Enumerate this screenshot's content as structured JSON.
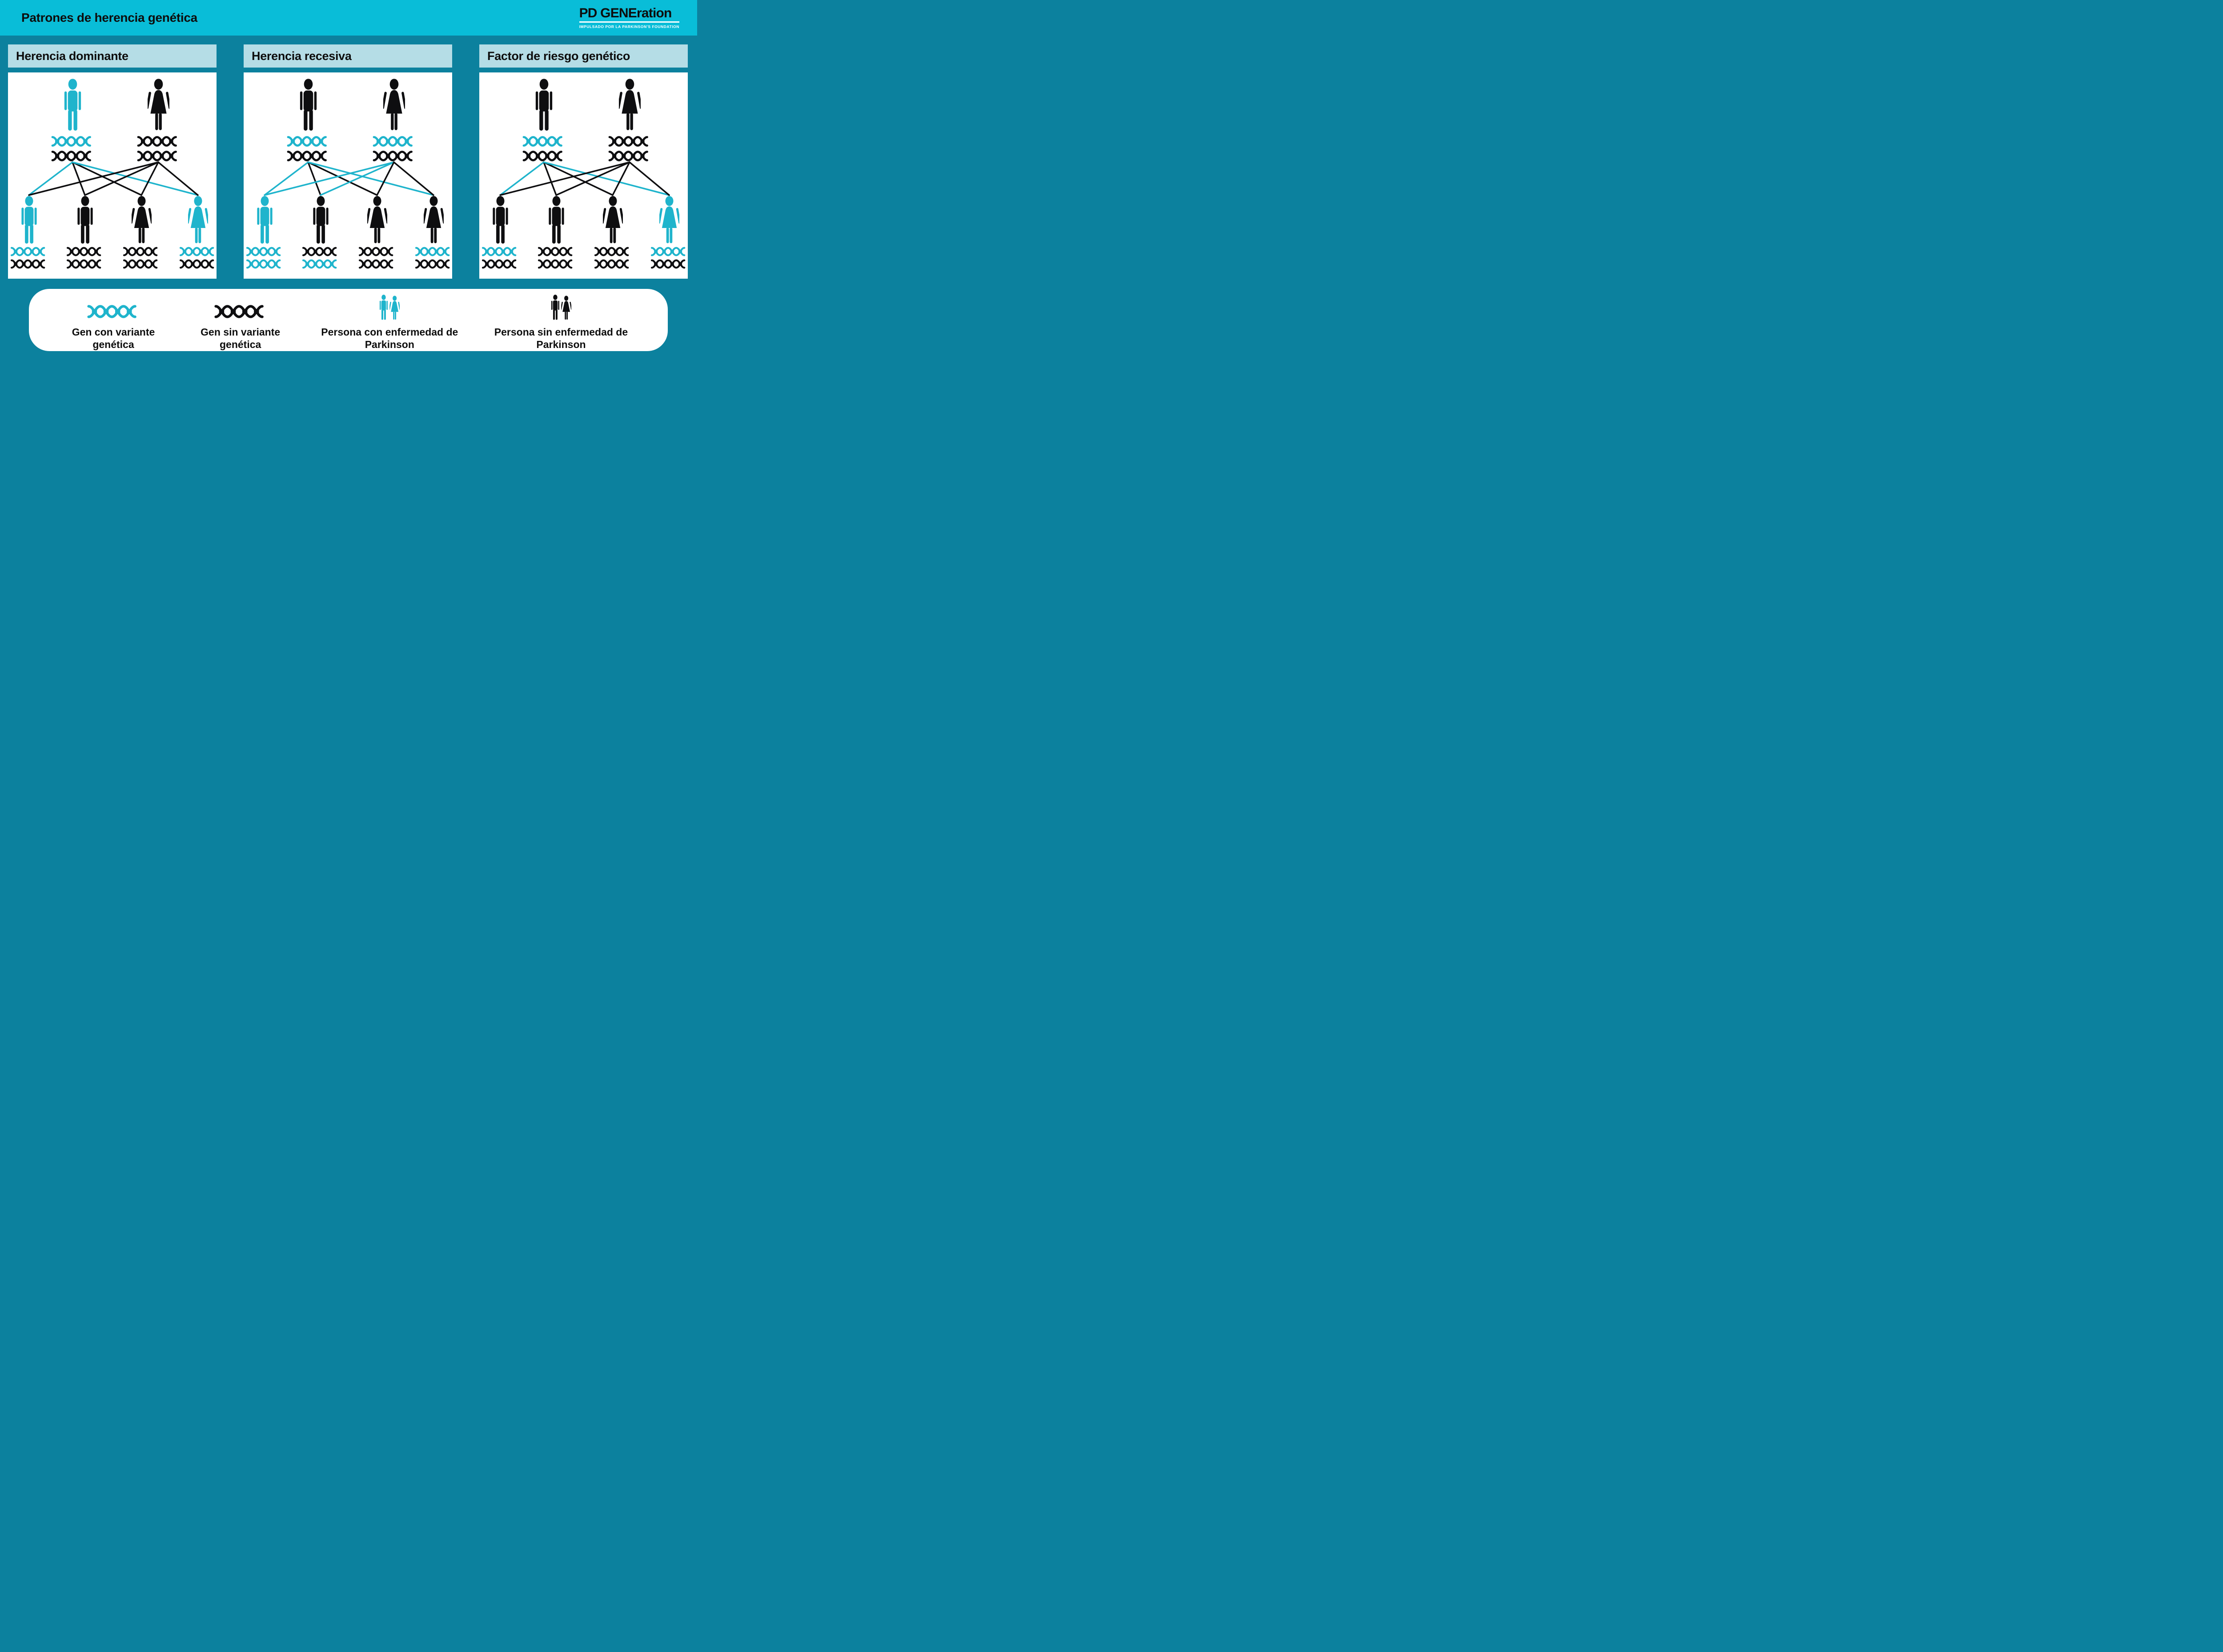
{
  "header": {
    "title": "Patrones de herencia genética",
    "logo": {
      "brand": "PD GENEration",
      "tagline": "IMPULSADO POR LA PARKINSON'S FOUNDATION"
    }
  },
  "colors": {
    "topbar": "#09bdd8",
    "background": "#0c819e",
    "panel_header": "#b5dde6",
    "panel_bg": "#ffffff",
    "affected": "#1fb4cc",
    "unaffected": "#0e0e10"
  },
  "panels": [
    {
      "id": "herencia-dominante",
      "title": "Herencia dominante",
      "parents": [
        {
          "role": "father",
          "sex": "male",
          "status": "affected",
          "genes": [
            "variant",
            "normal"
          ]
        },
        {
          "role": "mother",
          "sex": "female",
          "status": "unaffected",
          "genes": [
            "normal",
            "normal"
          ]
        }
      ],
      "lines": {
        "father": [
          "variant",
          "normal",
          "normal",
          "variant"
        ],
        "mother": [
          "normal",
          "normal",
          "normal",
          "normal"
        ]
      },
      "children": [
        {
          "sex": "male",
          "status": "affected",
          "genes": [
            "variant",
            "normal"
          ]
        },
        {
          "sex": "male",
          "status": "unaffected",
          "genes": [
            "normal",
            "normal"
          ]
        },
        {
          "sex": "female",
          "status": "unaffected",
          "genes": [
            "normal",
            "normal"
          ]
        },
        {
          "sex": "female",
          "status": "affected",
          "genes": [
            "variant",
            "normal"
          ]
        }
      ]
    },
    {
      "id": "herencia-recesiva",
      "title": "Herencia recesiva",
      "parents": [
        {
          "role": "father",
          "sex": "male",
          "status": "unaffected",
          "genes": [
            "variant",
            "normal"
          ]
        },
        {
          "role": "mother",
          "sex": "female",
          "status": "unaffected",
          "genes": [
            "variant",
            "normal"
          ]
        }
      ],
      "lines": {
        "father": [
          "variant",
          "normal",
          "normal",
          "variant"
        ],
        "mother": [
          "variant",
          "variant",
          "normal",
          "normal"
        ]
      },
      "children": [
        {
          "sex": "male",
          "status": "affected",
          "genes": [
            "variant",
            "variant"
          ]
        },
        {
          "sex": "male",
          "status": "unaffected",
          "genes": [
            "normal",
            "variant"
          ]
        },
        {
          "sex": "female",
          "status": "unaffected",
          "genes": [
            "normal",
            "normal"
          ]
        },
        {
          "sex": "female",
          "status": "unaffected",
          "genes": [
            "variant",
            "normal"
          ]
        }
      ]
    },
    {
      "id": "factor-de-riesgo-genetico",
      "title": "Factor de riesgo genético",
      "parents": [
        {
          "role": "father",
          "sex": "male",
          "status": "unaffected",
          "genes": [
            "variant",
            "normal"
          ]
        },
        {
          "role": "mother",
          "sex": "female",
          "status": "unaffected",
          "genes": [
            "normal",
            "normal"
          ]
        }
      ],
      "lines": {
        "father": [
          "variant",
          "normal",
          "normal",
          "variant"
        ],
        "mother": [
          "normal",
          "normal",
          "normal",
          "normal"
        ]
      },
      "children": [
        {
          "sex": "male",
          "status": "unaffected",
          "genes": [
            "variant",
            "normal"
          ]
        },
        {
          "sex": "male",
          "status": "unaffected",
          "genes": [
            "normal",
            "normal"
          ]
        },
        {
          "sex": "female",
          "status": "unaffected",
          "genes": [
            "normal",
            "normal"
          ]
        },
        {
          "sex": "female",
          "status": "affected",
          "genes": [
            "variant",
            "normal"
          ]
        }
      ]
    }
  ],
  "legend": {
    "items": [
      {
        "icon": "dna-variant",
        "label": "Gen con variante genética"
      },
      {
        "icon": "dna-normal",
        "label": "Gen sin variante genética"
      },
      {
        "icon": "people-affected",
        "label": "Persona con enfermedad de Parkinson"
      },
      {
        "icon": "people-unaffected",
        "label": "Persona sin enfermedad de Parkinson"
      }
    ]
  }
}
